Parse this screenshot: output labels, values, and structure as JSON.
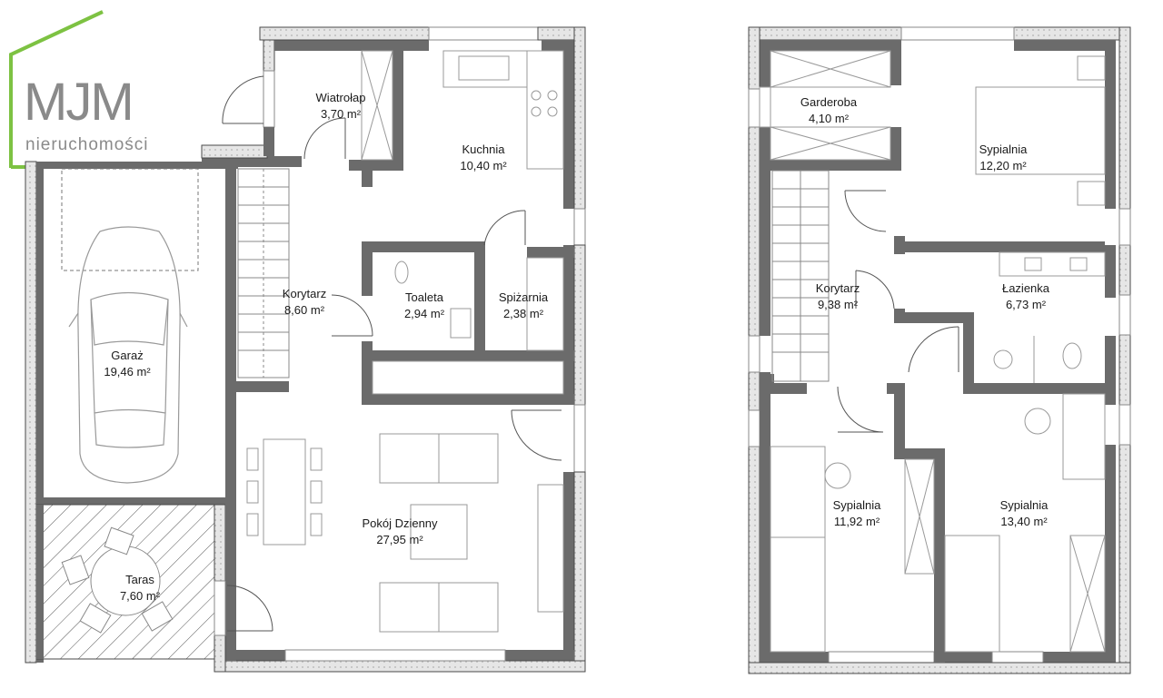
{
  "logo": {
    "initials": "MJM",
    "subtitle": "nieruchomości",
    "accent_color": "#7dc242"
  },
  "colors": {
    "wall_fill": "#6b6b6b",
    "insulation": "#d9d9d9",
    "line": "#4a4a4a",
    "furniture": "#9a9a9a"
  },
  "ground_floor": {
    "rooms": [
      {
        "name": "Wiatrołap",
        "area": "3,70 m²"
      },
      {
        "name": "Kuchnia",
        "area": "10,40 m²"
      },
      {
        "name": "Korytarz",
        "area": "8,60 m²"
      },
      {
        "name": "Toaleta",
        "area": "2,94 m²"
      },
      {
        "name": "Spiżarnia",
        "area": "2,38 m²"
      },
      {
        "name": "Garaż",
        "area": "19,46 m²"
      },
      {
        "name": "Pokój Dzienny",
        "area": "27,95 m²"
      },
      {
        "name": "Taras",
        "area": "7,60 m²"
      }
    ]
  },
  "first_floor": {
    "rooms": [
      {
        "name": "Garderoba",
        "area": "4,10 m²"
      },
      {
        "name": "Sypialnia",
        "area": "12,20 m²"
      },
      {
        "name": "Korytarz",
        "area": "9,38 m²"
      },
      {
        "name": "Łazienka",
        "area": "6,73 m²"
      },
      {
        "name": "Sypialnia",
        "area": "11,92 m²"
      },
      {
        "name": "Sypialnia",
        "area": "13,40 m²"
      }
    ]
  }
}
